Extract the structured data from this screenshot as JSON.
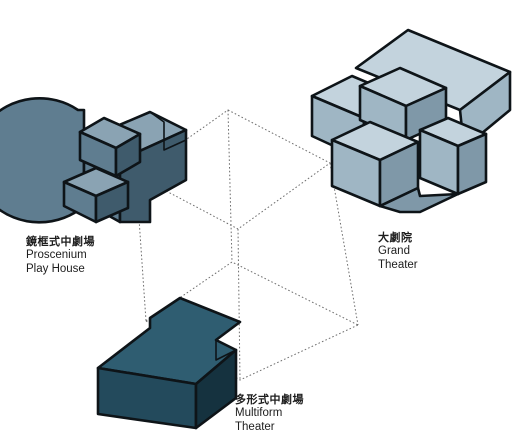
{
  "labels": {
    "proscenium": {
      "zh": "鏡框式中劇場",
      "en_line1": "Proscenium",
      "en_line2": "Play House"
    },
    "grand": {
      "zh": "大劇院",
      "en_line1": "Grand",
      "en_line2": "Theater"
    },
    "multiform": {
      "zh": "多形式中劇場",
      "en_line1": "Multiform",
      "en_line2": "Theater"
    }
  },
  "colors": {
    "proscenium_front": "#5f7d90",
    "proscenium_top": "#8aa3b3",
    "proscenium_side": "#3f5b6c",
    "grand_front": "#9fb6c4",
    "grand_top": "#c3d3dd",
    "grand_side": "#7f98a8",
    "multiform_front": "#234a5c",
    "multiform_top": "#2f5d71",
    "multiform_side": "#15323f",
    "outline": "#0e1418"
  }
}
